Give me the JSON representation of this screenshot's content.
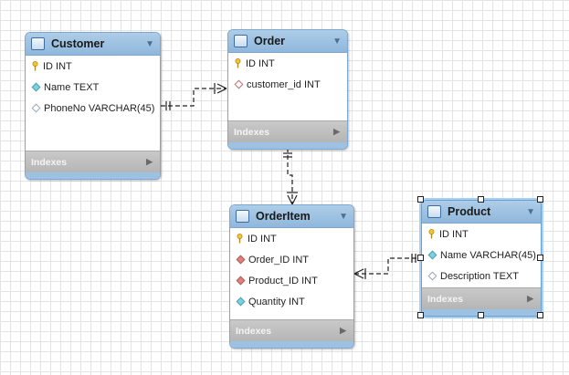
{
  "tables": {
    "customer": {
      "title": "Customer",
      "columns": [
        {
          "label": "ID INT",
          "icon": "primary-key-icon"
        },
        {
          "label": "Name TEXT",
          "icon": "column-diamond-filled-icon"
        },
        {
          "label": "PhoneNo VARCHAR(45)",
          "icon": "column-diamond-open-icon"
        }
      ],
      "footer": "Indexes"
    },
    "order": {
      "title": "Order",
      "columns": [
        {
          "label": "ID INT",
          "icon": "primary-key-icon"
        },
        {
          "label": "customer_id INT",
          "icon": "foreign-key-open-icon"
        }
      ],
      "footer": "Indexes"
    },
    "orderitem": {
      "title": "OrderItem",
      "columns": [
        {
          "label": "ID INT",
          "icon": "primary-key-icon"
        },
        {
          "label": "Order_ID INT",
          "icon": "foreign-key-icon"
        },
        {
          "label": "Product_ID INT",
          "icon": "foreign-key-icon"
        },
        {
          "label": "Quantity INT",
          "icon": "column-diamond-filled-icon"
        }
      ],
      "footer": "Indexes"
    },
    "product": {
      "title": "Product",
      "columns": [
        {
          "label": "ID INT",
          "icon": "primary-key-icon"
        },
        {
          "label": "Name VARCHAR(45)",
          "icon": "column-diamond-filled-icon"
        },
        {
          "label": "Description TEXT",
          "icon": "column-diamond-open-icon"
        }
      ],
      "footer": "Indexes"
    }
  },
  "colors": {
    "header": "#9cc1e2",
    "footer": "#bdbdbd",
    "grid": "#e4e4e4",
    "foreign_key": "#e0837f",
    "column": "#7fd0de"
  }
}
